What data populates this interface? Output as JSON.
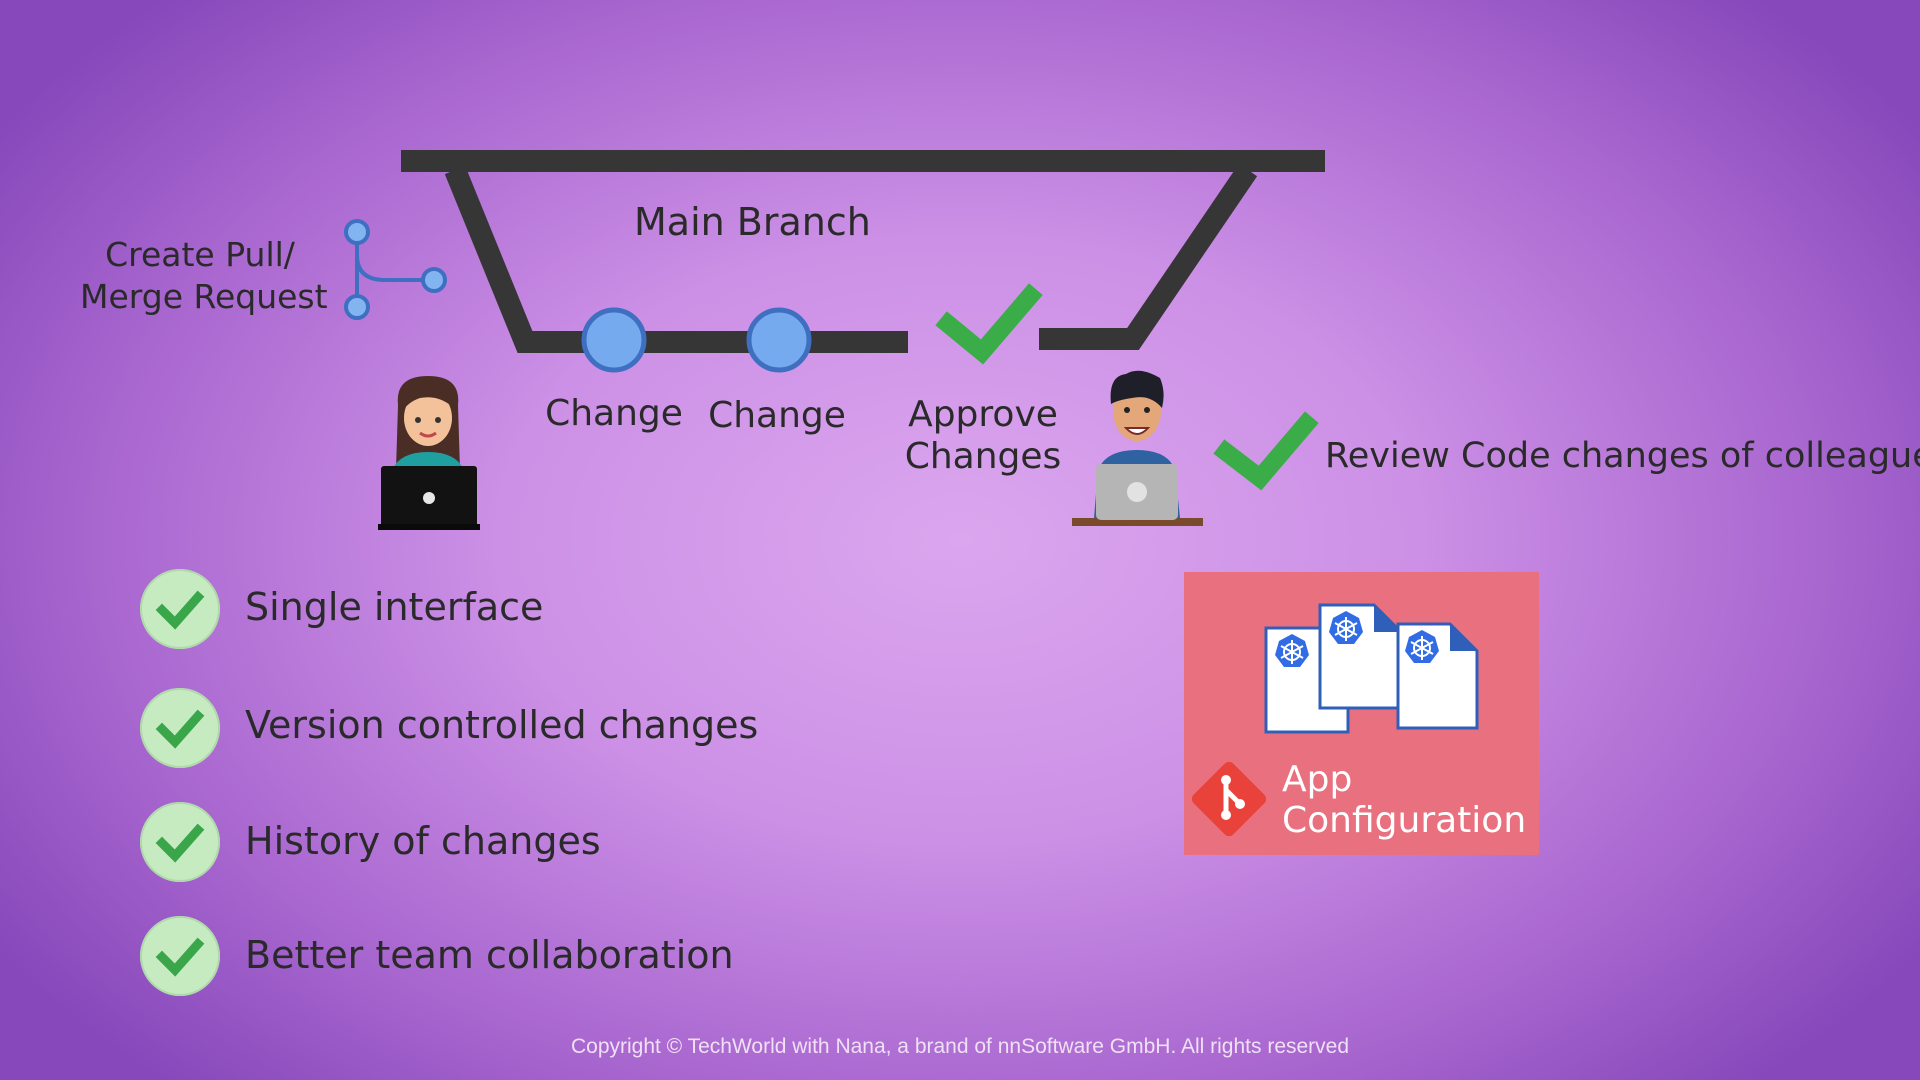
{
  "diagram": {
    "main_branch_label": "Main Branch",
    "pull_request_label": [
      "Create Pull/",
      "Merge Request"
    ],
    "commits": [
      "Change",
      "Change"
    ],
    "approve_label": [
      "Approve",
      "Changes"
    ],
    "review_label": "Review Code changes of colleague"
  },
  "benefits": [
    "Single interface",
    "Version controlled changes",
    "History of changes",
    "Better team collaboration"
  ],
  "card": {
    "title_lines": [
      "App",
      "Configuration"
    ],
    "icon": "git-icon",
    "file_icon": "kubernetes-icon",
    "color": "#e9707f"
  },
  "footer": {
    "copyright": "Copyright © TechWorld with Nana, a brand of nnSoftware GmbH. All rights reserved"
  },
  "colors": {
    "branch": "#3a3a3a",
    "commit": "#6aa3ec",
    "check": "#39b04a"
  }
}
